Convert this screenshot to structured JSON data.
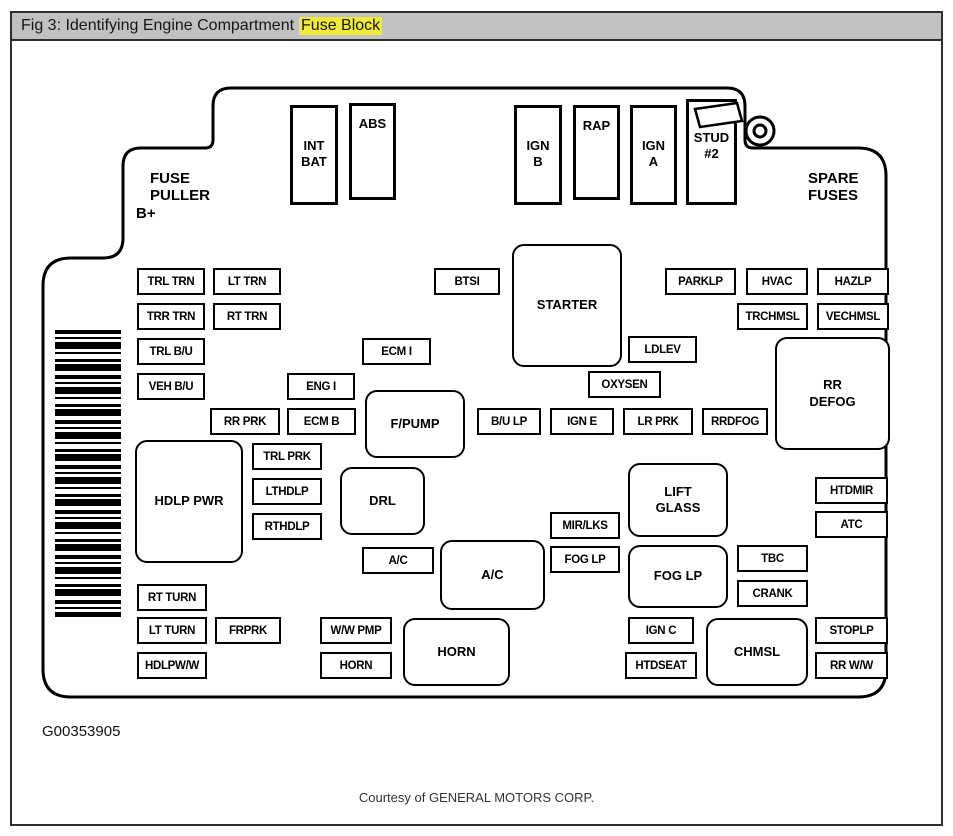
{
  "window": {
    "title_prefix": "Fig 3: Identifying Engine Compartment",
    "title_highlight": "Fuse Block",
    "highlight_color": "#f2ea3b"
  },
  "diagram": {
    "corner_labels": {
      "fuse_puller": "FUSE\nPULLER",
      "b_plus": "B+",
      "spare_fuses": "SPARE\nFUSES"
    },
    "top_fuses": [
      "INT\nBAT",
      "ABS",
      "IGN\nB",
      "RAP",
      "IGN\nA",
      "STUD\n#2"
    ],
    "large_fuses": [
      "STARTER",
      "RR\nDEFOG",
      "F/PUMP",
      "HDLP PWR",
      "DRL",
      "LIFT\nGLASS",
      "A/C",
      "FOG LP",
      "HORN",
      "CHMSL"
    ],
    "small_fuses": [
      "TRL TRN",
      "LT TRN",
      "TRR TRN",
      "RT TRN",
      "TRL B/U",
      "VEH B/U",
      "BTSI",
      "PARKLP",
      "HVAC",
      "HAZLP",
      "TRCHMSL",
      "VECHMSL",
      "ECM I",
      "LDLEV",
      "ENG I",
      "OXYSEN",
      "RR PRK",
      "ECM B",
      "B/U LP",
      "IGN E",
      "LR PRK",
      "RRDFOG",
      "TRL PRK",
      "LTHDLP",
      "RTHDLP",
      "MIR/LKS",
      "FOG LP",
      "A/C",
      "TBC",
      "CRANK",
      "RT TURN",
      "LT TURN",
      "FRPRK",
      "W/W PMP",
      "IGN C",
      "STOPLP",
      "HDLPW/W",
      "HORN",
      "HTDSEAT",
      "RR W/W",
      "HTDMIR",
      "ATC"
    ]
  },
  "footer": {
    "figure_code": "G00353905",
    "courtesy": "Courtesy of GENERAL MOTORS CORP."
  }
}
